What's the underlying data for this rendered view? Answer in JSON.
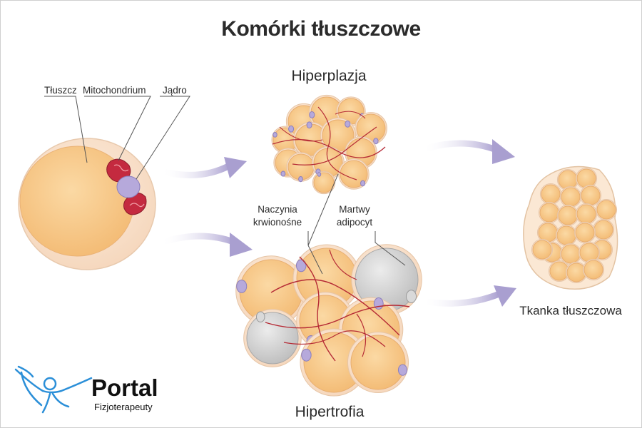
{
  "title": "Komórki tłuszczowe",
  "stages": {
    "hyperplasia": "Hiperplazja",
    "hypertrophy": "Hipertrofia",
    "tissue": "Tkanka tłuszczowa"
  },
  "cell_labels": {
    "fat": "Tłuszcz",
    "mitochondrium": "Mitochondrium",
    "nucleus": "Jądro"
  },
  "hypertrophy_labels": {
    "vessels_line1": "Naczynia",
    "vessels_line2": "krwionośne",
    "dead_line1": "Martwy",
    "dead_line2": "adipocyt"
  },
  "logo": {
    "name": "Portal",
    "tagline": "Fizjoterapeuty"
  },
  "colors": {
    "fat": "#f7c98b",
    "membrane": "#fbe3cd",
    "nucleus": "#b6a9db",
    "mitochondrium": "#c42a3f",
    "vessel": "#b52a35",
    "dead_cell": "#cfcfcf",
    "arrow": "#a99fd0",
    "logo_blue": "#2b8fd8"
  }
}
